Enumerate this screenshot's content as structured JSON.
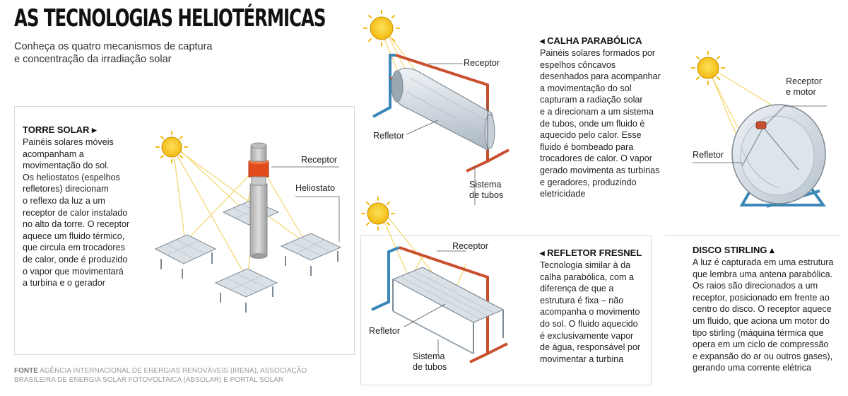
{
  "header": {
    "title": "AS TECNOLOGIAS HELIOTÉRMICAS",
    "subtitle": "Conheça os quatro mecanismos de captura\ne concentração da irradiação solar"
  },
  "torre": {
    "title": "TORRE SOLAR",
    "text": "Painéis solares móveis\nacompanham a\nmovimentação do sol.\nOs heliostatos (espelhos\nrefletores) direcionam\no reflexo da luz a um\nreceptor de calor instalado\nno alto da torre. O receptor\naquece um fluido térmico,\nque circula em trocadores\nde calor, onde é produzido\no vapor que movimentará\na turbina e o gerador",
    "label_receptor": "Receptor",
    "label_heliostato": "Heliostato"
  },
  "calha": {
    "title": "CALHA PARABÓLICA",
    "text": "Painéis solares formados por\nespelhos côncavos\ndesenhados para acompanhar\na movimentação do sol\ncapturam a radiação solar\ne a direcionam a um sistema\nde tubos, onde um fluido é\naquecido pelo calor. Esse\nfluido é bombeado para\ntrocadores de calor. O vapor\ngerado movimenta as turbinas\ne geradores, produzindo\neletricidade",
    "label_receptor": "Receptor",
    "label_refletor": "Refletor",
    "label_tubos": "Sistema\nde tubos"
  },
  "fresnel": {
    "title": "REFLETOR FRESNEL",
    "text": "Tecnologia similar à da\ncalha parabólica, com a\ndiferença de que a\nestrutura é fixa – não\nacompanha o movimento\ndo sol. O fluido aquecido\né exclusivamente vapor\nde água, responsável por\nmovimentar a turbina",
    "label_receptor": "Receptor",
    "label_refletor": "Refletor",
    "label_tubos": "Sistema\nde tubos"
  },
  "disco": {
    "title": "DISCO STIRLING",
    "text": "A luz é capturada em uma estrutura\nque lembra uma antena parabólica.\nOs raios são direcionados a um\nreceptor, posicionado em frente ao\ncentro do disco. O receptor aquece\num fluido, que aciona um motor do\ntipo stirling (máquina térmica que\nopera em um ciclo de compressão\ne expansão do ar ou outros gases),\ngerando uma corrente elétrica",
    "label_receptor": "Receptor\ne motor",
    "label_refletor": "Refletor"
  },
  "source": {
    "label": "FONTE",
    "text": "AGÊNCIA INTERNACIONAL DE ENERGIAS RENOVÁVEIS (IRENA), ASSOCIAÇÃO\nBRASILEIRA DE ENERGIA SOLAR FOTOVOLTAICA (ABSOLAR) E PORTAL SOLAR"
  },
  "colors": {
    "sun": "#f7c51e",
    "ray": "#f3d56a",
    "pipe_hot": "#c9502f",
    "pipe_cold": "#3b87b8",
    "mirror": "#d9e0e6",
    "frame": "#7f8a93"
  }
}
